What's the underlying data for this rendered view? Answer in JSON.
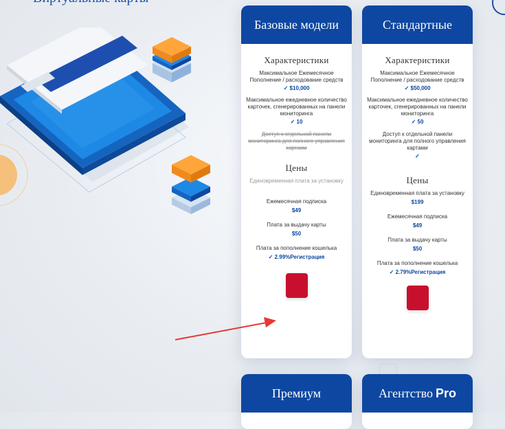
{
  "page": {
    "heading": "Виртуальные карты",
    "watermark": ""
  },
  "colors": {
    "primary": "#0d47a1",
    "accent_red": "#c8102e",
    "arrow": "#e53935"
  },
  "plans": [
    {
      "title": "Базовые модели",
      "features_title": "Характеристики",
      "features": [
        {
          "label": "Максимальное Ежемесячное Пополнение / расходование средств",
          "value": "$10,000",
          "strike": false
        },
        {
          "label": "Максимальное ежедневное количество карточек, сгенерированных на панели мониторинга",
          "value": "10",
          "strike": false
        },
        {
          "label": "Доступ к отдельной панели мониторинга для полного управления картами",
          "value": "",
          "strike": true
        }
      ],
      "prices_title": "Цены",
      "prices": [
        {
          "label": "Единовременная плата за установку",
          "value": "",
          "strike": true
        },
        {
          "label": "Ежемесячная подписка",
          "value": "$49",
          "strike": false
        },
        {
          "label": "Плата за выдачу карты",
          "value": "$50",
          "strike": false
        },
        {
          "label": "Плата за пополнение кошелька",
          "value": "2.99%Регистрация",
          "strike": false
        }
      ]
    },
    {
      "title": "Стандартные",
      "features_title": "Характеристики",
      "features": [
        {
          "label": "Максимальное Ежемесячное Пополнение / расходование средств",
          "value": "$50,000",
          "strike": false
        },
        {
          "label": "Максимальное ежедневное количество карточек, сгенерированных на панели мониторинга",
          "value": "50",
          "strike": false
        },
        {
          "label": "Доступ к отдельной панели мониторинга для полного управления картами",
          "value": "",
          "strike": false,
          "check_only": true
        }
      ],
      "prices_title": "Цены",
      "prices": [
        {
          "label": "Единовременная плата за установку",
          "value": "$199",
          "strike": false
        },
        {
          "label": "Ежемесячная подписка",
          "value": "$49",
          "strike": false
        },
        {
          "label": "Плата за выдачу карты",
          "value": "$50",
          "strike": false
        },
        {
          "label": "Плата за пополнение кошелька",
          "value": "2.79%Регистрация",
          "strike": false
        }
      ]
    }
  ],
  "bottom_plans": [
    {
      "title": "Премиум",
      "title_suffix": ""
    },
    {
      "title": "Агентство",
      "title_suffix": "Pro"
    }
  ],
  "check_mark": "✓ "
}
